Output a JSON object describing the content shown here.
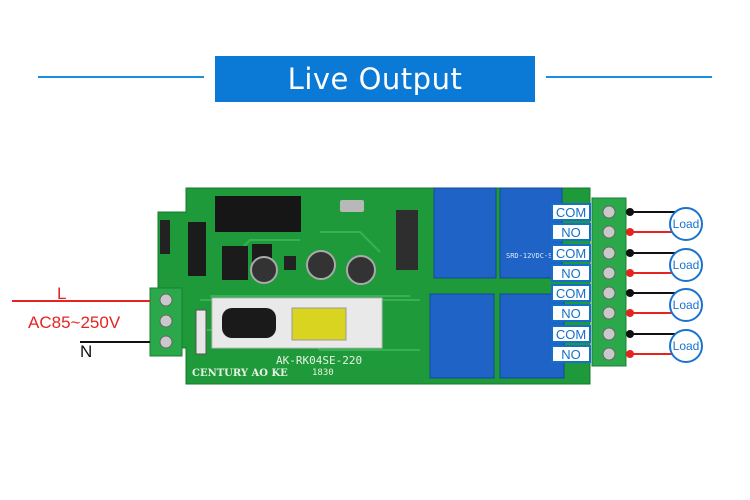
{
  "header": {
    "title": "Live Output"
  },
  "input": {
    "live_label": "L",
    "voltage_label": "AC85~250V",
    "neutral_label": "N"
  },
  "board": {
    "model": "AK-RK04SE-220",
    "brand": "CENTURY AO KE",
    "relay_model": "SRD-12VDC-SL-C",
    "code": "1830",
    "colors": {
      "pcb": "#1f9a3a",
      "relay": "#1f63c6",
      "terminal": "#2aa84a"
    }
  },
  "outputs": [
    {
      "com_label": "COM",
      "no_label": "NO",
      "load_label": "Load"
    },
    {
      "com_label": "COM",
      "no_label": "NO",
      "load_label": "Load"
    },
    {
      "com_label": "COM",
      "no_label": "NO",
      "load_label": "Load"
    },
    {
      "com_label": "COM",
      "no_label": "NO",
      "load_label": "Load"
    }
  ]
}
